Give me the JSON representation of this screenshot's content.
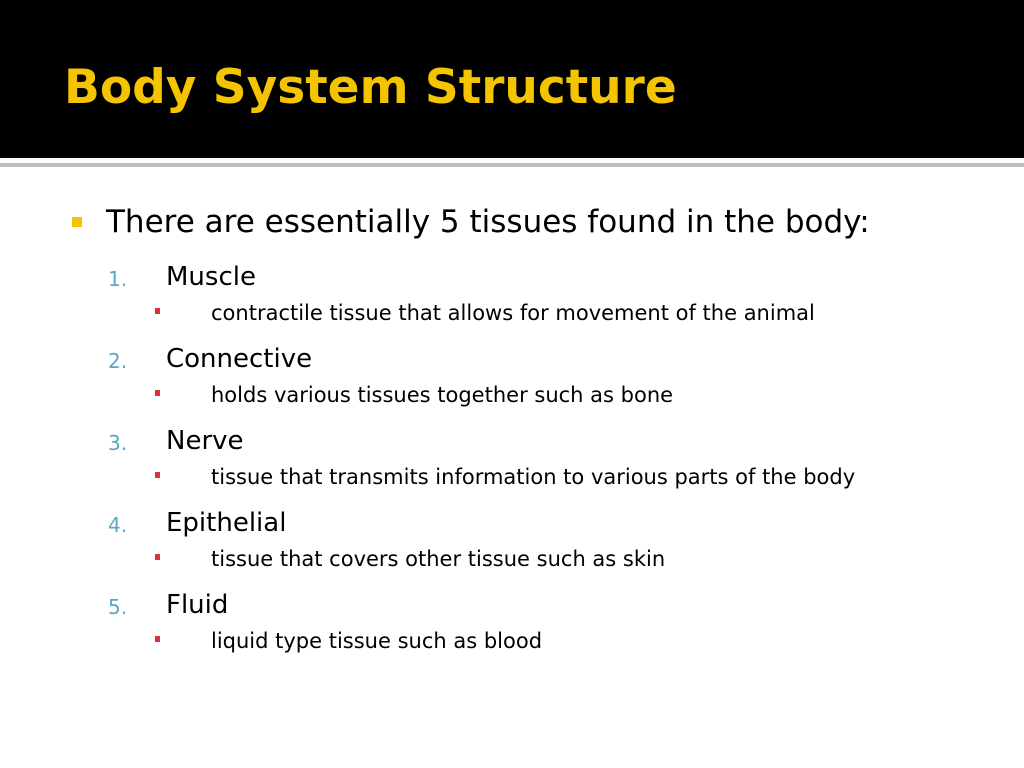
{
  "slide": {
    "title": "Body System Structure",
    "intro": "There are essentially 5 tissues found in the body:",
    "items": [
      {
        "number": "1.",
        "label": "Muscle",
        "detail": "contractile tissue that allows for movement of the animal"
      },
      {
        "number": "2.",
        "label": "Connective",
        "detail": "holds various tissues together such as bone"
      },
      {
        "number": "3.",
        "label": "Nerve",
        "detail": "tissue that transmits information to various parts of the body"
      },
      {
        "number": "4.",
        "label": "Epithelial",
        "detail": "tissue that covers other tissue such as skin"
      },
      {
        "number": "5.",
        "label": "Fluid",
        "detail": "liquid type tissue such as blood"
      }
    ]
  },
  "colors": {
    "title": "#f5c400",
    "header_background": "#000000",
    "level1_bullet": "#f5c400",
    "numbering": "#5aa6c8",
    "sub_bullet": "#e0303c"
  }
}
